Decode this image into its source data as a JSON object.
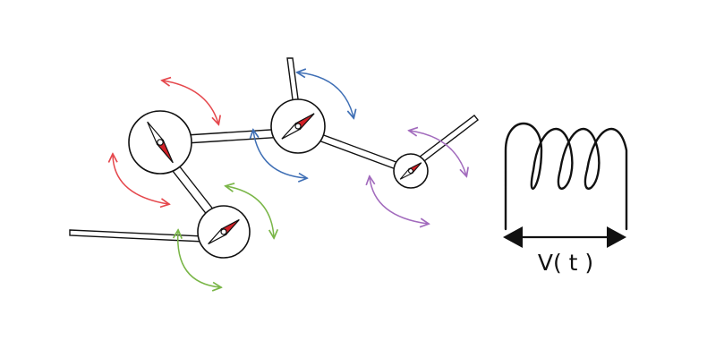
{
  "diagram": {
    "coil_voltage_label": "V( t )",
    "colors": {
      "line": "#111111",
      "needle_red": "#d11f26",
      "needle_white": "#ffffff",
      "arrow_red": "#e5484d",
      "arrow_blue": "#3f6fb5",
      "arrow_green": "#7ab648",
      "arrow_purple": "#a26bbd"
    },
    "nodes": [
      {
        "id": "compass-1",
        "needle_color": "red"
      },
      {
        "id": "compass-2",
        "needle_color": "red"
      },
      {
        "id": "compass-3",
        "needle_color": "red"
      },
      {
        "id": "compass-4",
        "needle_color": "red"
      }
    ],
    "oscillation_arrows": [
      "red",
      "red",
      "blue",
      "blue",
      "green",
      "green",
      "purple",
      "purple"
    ]
  }
}
